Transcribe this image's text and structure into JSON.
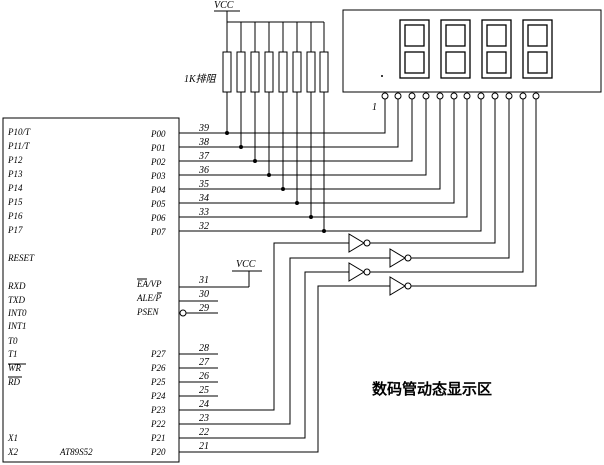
{
  "vcc_top": "VCC",
  "vcc_ea": "VCC",
  "resistor_label": "1K排阻",
  "chip_name": "AT89S52",
  "display_pin1": "1",
  "title": "数码管动态显示区",
  "left_pins": [
    "P10/T",
    "P11/T",
    "P12",
    "P13",
    "P14",
    "P15",
    "P16",
    "P17",
    "RESET",
    "RXD",
    "TXD",
    "INT0",
    "INT1",
    "T0",
    "T1",
    "WR",
    "RD",
    "X1",
    "X2"
  ],
  "port0": [
    {
      "name": "P00",
      "num": "39"
    },
    {
      "name": "P01",
      "num": "38"
    },
    {
      "name": "P02",
      "num": "37"
    },
    {
      "name": "P03",
      "num": "36"
    },
    {
      "name": "P04",
      "num": "35"
    },
    {
      "name": "P05",
      "num": "34"
    },
    {
      "name": "P06",
      "num": "33"
    },
    {
      "name": "P07",
      "num": "32"
    }
  ],
  "ctrl": [
    {
      "name": "EA/VP",
      "num": "31"
    },
    {
      "name": "ALE/P",
      "num": "30"
    },
    {
      "name": "PSEN",
      "num": "29"
    }
  ],
  "port2": [
    {
      "name": "P27",
      "num": "28"
    },
    {
      "name": "P26",
      "num": "27"
    },
    {
      "name": "P25",
      "num": "26"
    },
    {
      "name": "P24",
      "num": "25"
    },
    {
      "name": "P23",
      "num": "24"
    },
    {
      "name": "P22",
      "num": "23"
    },
    {
      "name": "P21",
      "num": "22"
    },
    {
      "name": "P20",
      "num": "21"
    }
  ]
}
